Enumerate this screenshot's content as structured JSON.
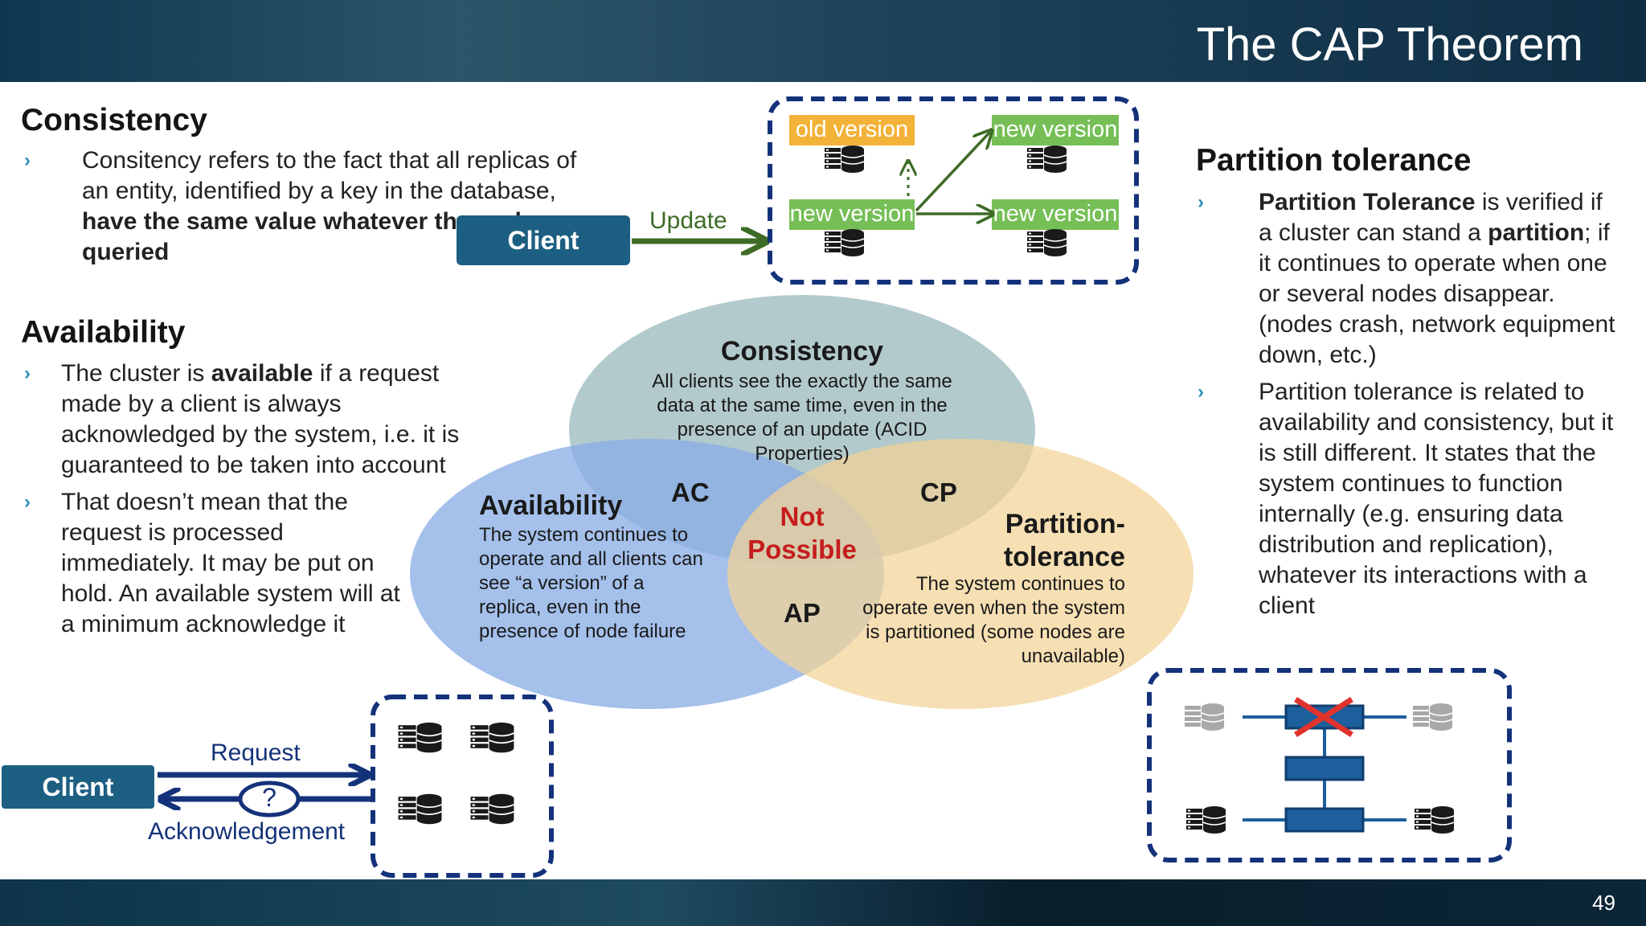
{
  "slide": {
    "title": "The CAP Theorem",
    "page_number": "49"
  },
  "consistency_section": {
    "heading": "Consistency",
    "bullets": [
      {
        "text_1": "Consitency refers to the fact that all replicas of an entity, identified by a key in the database, ",
        "bold_1": "have the same value whatever the node queried"
      }
    ]
  },
  "availability_section": {
    "heading": "Availability",
    "bullets": [
      {
        "text_1": "The cluster is ",
        "bold_1": "available",
        "text_2": " if a request made by a client is always acknowledged by the system, i.e. it is guaranteed to be taken into account"
      },
      {
        "text_1": "That doesn’t mean that the request is processed immediately. It may be put on hold. An available system will at a minimum acknowledge it"
      }
    ]
  },
  "partition_section": {
    "heading": "Partition tolerance",
    "bullets": [
      {
        "bold_1": "Partition Tolerance",
        "text_1": " is verified if a cluster can stand a ",
        "bold_2": "partition",
        "text_2": "; if it continues to operate when one or several nodes disappear. (nodes crash, network equipment down, etc.)"
      },
      {
        "text_1": "Partition tolerance is related to availability and consistency, but it is still different. It states that the system continues to function internally (e.g. ensuring data distribution and replication), whatever its interactions with a client"
      }
    ]
  },
  "update_diagram": {
    "client_label": "Client",
    "arrow_label": "Update",
    "old_version_label": "old version",
    "new_version_label": "new version"
  },
  "request_diagram": {
    "client_label": "Client",
    "request_label": "Request",
    "ack_label": "Acknowledgement",
    "question_mark": "?"
  },
  "venn": {
    "consistency": {
      "title": "Consistency",
      "description": "All clients see the exactly the same data at the same time, even in the presence of an update (ACID Properties)"
    },
    "availability": {
      "title": "Availability",
      "description": "The system continues to operate and all clients can see “a version” of a replica, even in the presence of node failure"
    },
    "partition": {
      "title_line_1": "Partition-",
      "title_line_2": "tolerance",
      "description": "The system continues to operate even when the system is partitioned (some nodes are unavailable)"
    },
    "overlap_ac": "AC",
    "overlap_cp": "CP",
    "overlap_ap": "AP",
    "center_line_1": "Not",
    "center_line_2": "Possible"
  },
  "colors": {
    "client_box": "#1d5f82",
    "dashed_border": "#14327a",
    "old_version": "#f3b238",
    "new_version": "#76bf57",
    "update_arrow": "#3e6b26",
    "request_arrows": "#14327a",
    "consistency_circle": "#a9c3c5",
    "availability_circle": "#8aaee6",
    "partition_circle": "#f3d295",
    "not_possible": "#c51d1d",
    "cross": "#e0332d"
  }
}
